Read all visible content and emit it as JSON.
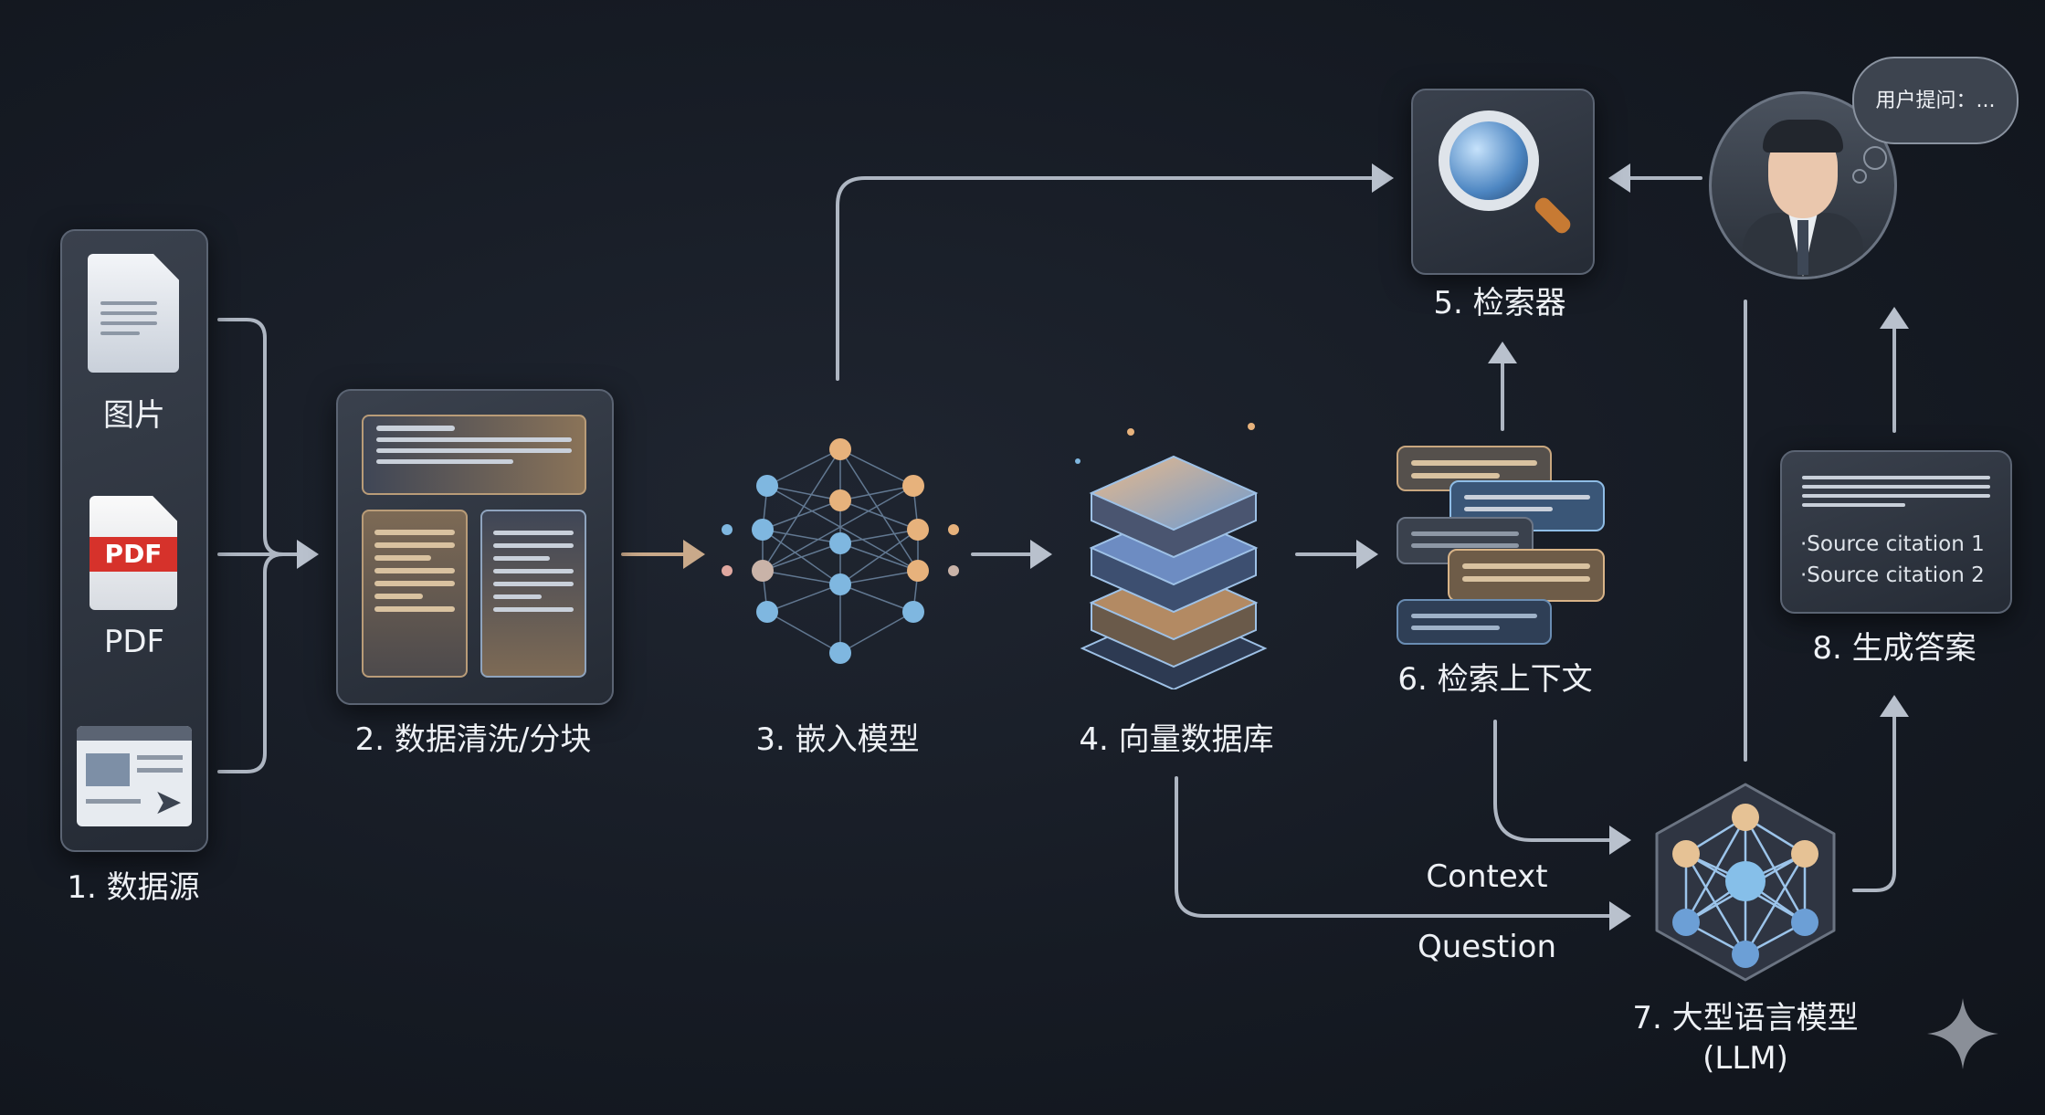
{
  "steps": {
    "sources": {
      "title": "1. 数据源",
      "items": [
        {
          "icon": "document-icon",
          "label": "图片"
        },
        {
          "icon": "pdf-icon",
          "label": "PDF",
          "badge": "PDF"
        },
        {
          "icon": "webpage-icon"
        }
      ]
    },
    "cleaning": {
      "title": "2. 数据清洗/分块"
    },
    "embedding": {
      "title": "3. 嵌入模型"
    },
    "vectordb": {
      "title": "4. 向量数据库"
    },
    "retriever": {
      "title": "5. 检索器"
    },
    "context": {
      "title": "6. 检索上下文"
    },
    "llm": {
      "title": "7. 大型语言模型",
      "subtitle": "(LLM)"
    },
    "answer": {
      "title": "8. 生成答案",
      "citations": [
        "·Source citation 1",
        "·Source citation 2"
      ]
    }
  },
  "user": {
    "thought": "用户提问：..."
  },
  "edges": {
    "context_label": "Context",
    "question_label": "Question"
  },
  "colors": {
    "background": "#161b24",
    "arrow": "#b9c1cd",
    "accent_warm": "#e0b27a",
    "accent_blue": "#6fa7d8"
  }
}
